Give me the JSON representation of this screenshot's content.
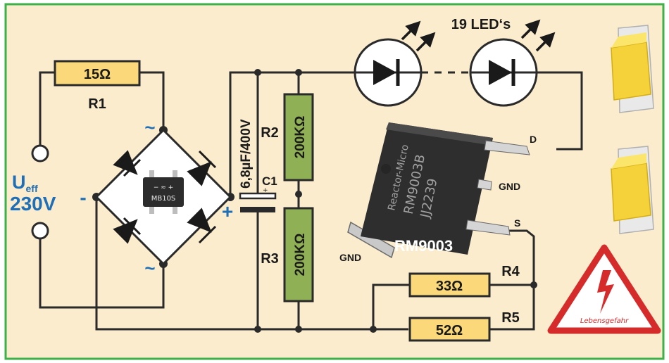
{
  "colors": {
    "background": "#fbeccd",
    "frame": "#3db04a",
    "wire": "#2a2a2a",
    "resistor_yellow": "#fbd97a",
    "resistor_green": "#8fb055",
    "accent_blue": "#1f6fb8",
    "warning_red": "#d62b2b",
    "chip_body": "#303030"
  },
  "resistors": {
    "r1": {
      "name": "R1",
      "value": "15Ω"
    },
    "r2": {
      "name": "R2",
      "value": "200KΩ"
    },
    "r3": {
      "name": "R3",
      "value": "200KΩ"
    },
    "r4": {
      "name": "R4",
      "value": "33Ω"
    },
    "r5": {
      "name": "R5",
      "value": "52Ω"
    }
  },
  "capacitor": {
    "name": "C1",
    "value": "6,8µF/400V",
    "plus_mark": "+"
  },
  "bridge": {
    "chip_label": "MB10S",
    "chip_marks": "− ≈ +",
    "ac_symbol": "~",
    "minus": "-",
    "plus": "+"
  },
  "input": {
    "u_label": "U",
    "u_sub": "eff",
    "voltage": "230V"
  },
  "leds": {
    "label": "19 LED‘s"
  },
  "ic": {
    "name": "RM9003",
    "line1": "Reactor-Micro",
    "line2": "RM9003B",
    "line3": "JJ2239",
    "pin_d": "D",
    "pin_gnd": "GND",
    "pin_s": "S",
    "tab_gnd": "GND"
  },
  "warning": {
    "text": "Lebensgefahr"
  }
}
